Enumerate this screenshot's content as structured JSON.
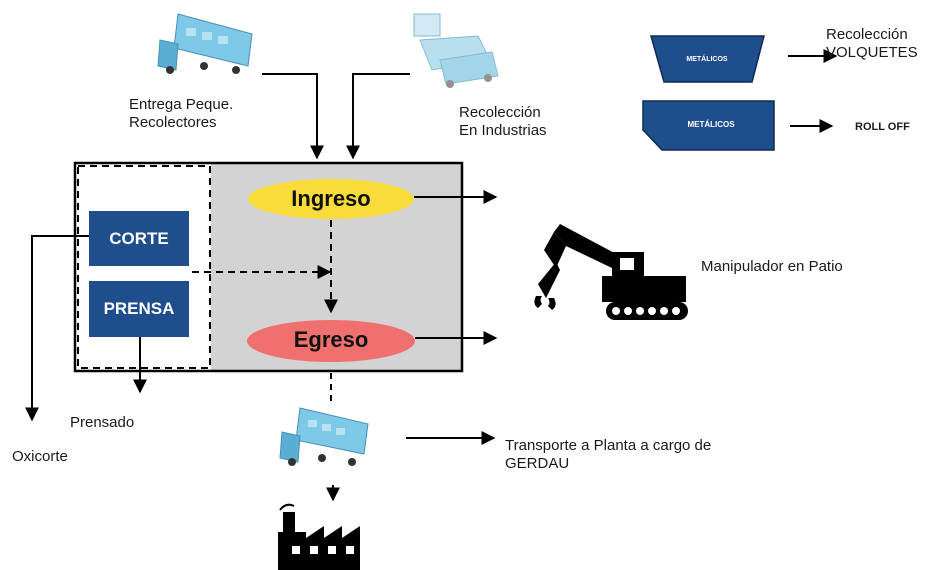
{
  "labels": {
    "entrega_line1": "Entrega Peque.",
    "entrega_line2": "Recolectores",
    "recoleccion_ind_line1": "Recolección",
    "recoleccion_ind_line2": "En Industrias",
    "recoleccion_volq_line1": "Recolección",
    "recoleccion_volq_line2": "VOLQUETES",
    "roll_off": "ROLL OFF",
    "container_top": "METÁLICOS",
    "container_bottom": "METÁLICOS",
    "ingreso": "Ingreso",
    "egreso": "Egreso",
    "corte": "CORTE",
    "prensa": "PRENSA",
    "manipulador": "Manipulador en Patio",
    "prensado": "Prensado",
    "oxicorte": "Oxicorte",
    "transporte_line1": "Transporte a Planta a cargo de",
    "transporte_line2": "GERDAU"
  },
  "icons": {
    "truck_top": "truck-icon",
    "industrial_truck": "industrial-truck-icon",
    "excavator": "excavator-icon",
    "truck_bottom": "truck-icon",
    "factory": "factory-icon"
  },
  "colors": {
    "ingreso_fill": "#f7dc3a",
    "egreso_fill": "#f07070",
    "process_box_fill": "#1f4e8c",
    "container_fill": "#1f4e8c",
    "yard_fill": "#d3d3d3",
    "truck_fill": "#7ec8e8"
  }
}
